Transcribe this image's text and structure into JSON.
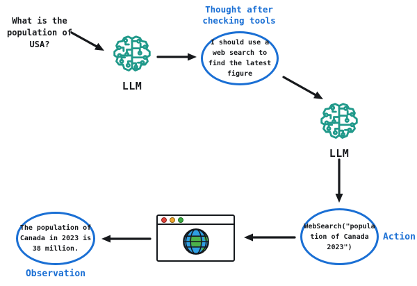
{
  "title": "LLM agent thought-action-observation loop diagram",
  "colors": {
    "accent_blue": "#1a6fd4",
    "brain_teal": "#20998a",
    "ink_black": "#17191c",
    "globe_blue": "#2e9fe3",
    "globe_green": "#4db24a",
    "dot_red": "#e0443c",
    "dot_yellow": "#f0a62c",
    "dot_green": "#3aa940"
  },
  "question": {
    "text": "What is the\npopulation of\nUSA?"
  },
  "llm1": {
    "label": "LLM",
    "icon": "circuit-brain-icon"
  },
  "llm2": {
    "label": "LLM",
    "icon": "circuit-brain-icon"
  },
  "thought": {
    "label": "Thought after\nchecking tools",
    "bubble": "I should use a\nweb search to\nfind the latest\nfigure"
  },
  "action": {
    "label": "Action",
    "bubble": "WebSearch(\"popula\ntion of Canada\n2023\")"
  },
  "observation": {
    "label": "Observation",
    "bubble": "The population of\nCanada in 2023 is\n38 million."
  },
  "browser": {
    "icon": "browser-window-globe-icon",
    "titlebar_dots": [
      "red-dot",
      "yellow-dot",
      "green-dot"
    ]
  },
  "arrows": [
    "question-to-llm1",
    "llm1-to-thought",
    "thought-to-llm2",
    "llm2-to-action",
    "action-to-browser",
    "browser-to-observation"
  ]
}
